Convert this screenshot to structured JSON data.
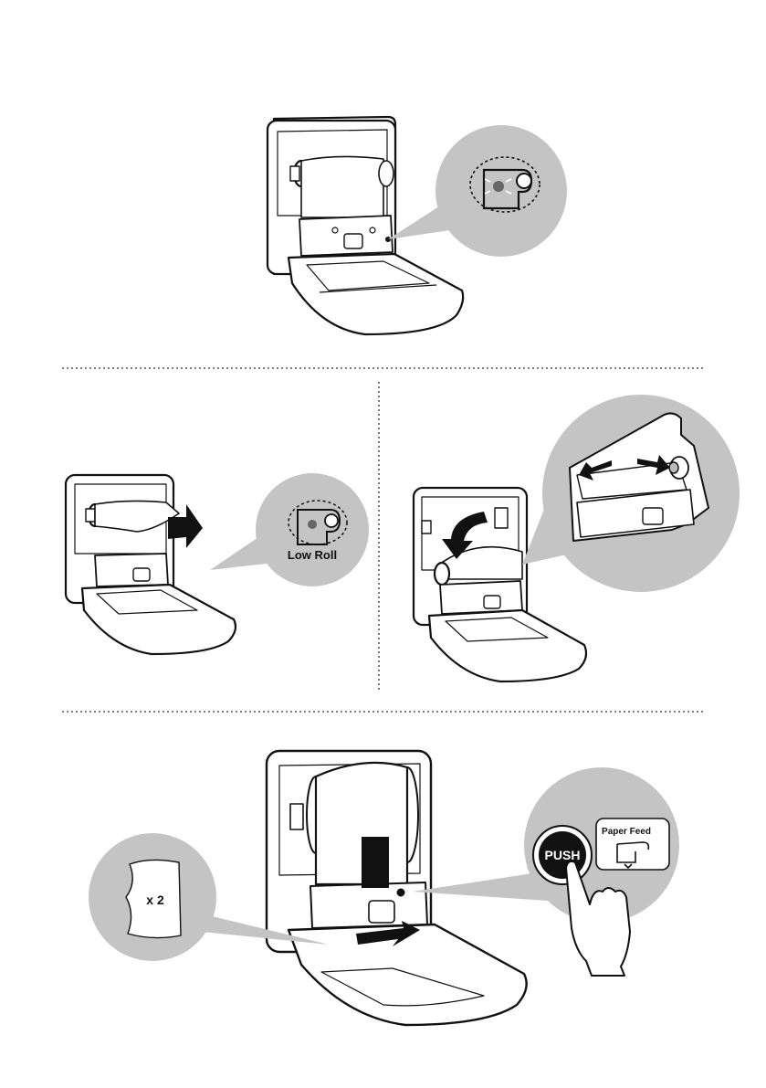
{
  "labels": {
    "low_roll": "Low Roll",
    "push": "PUSH",
    "paper_feed": "Paper Feed",
    "multiplier": "x 2"
  },
  "colors": {
    "callout_gray": "#c4c4c4",
    "callout_dark": "#a9a9a9",
    "ink": "#111111",
    "divider": "#555555"
  },
  "icons": [
    "dispenser",
    "indicator-led",
    "arrow-right",
    "arrow-down",
    "hand-pointer",
    "paper-sheet",
    "push-button",
    "paper-feed-icon"
  ]
}
